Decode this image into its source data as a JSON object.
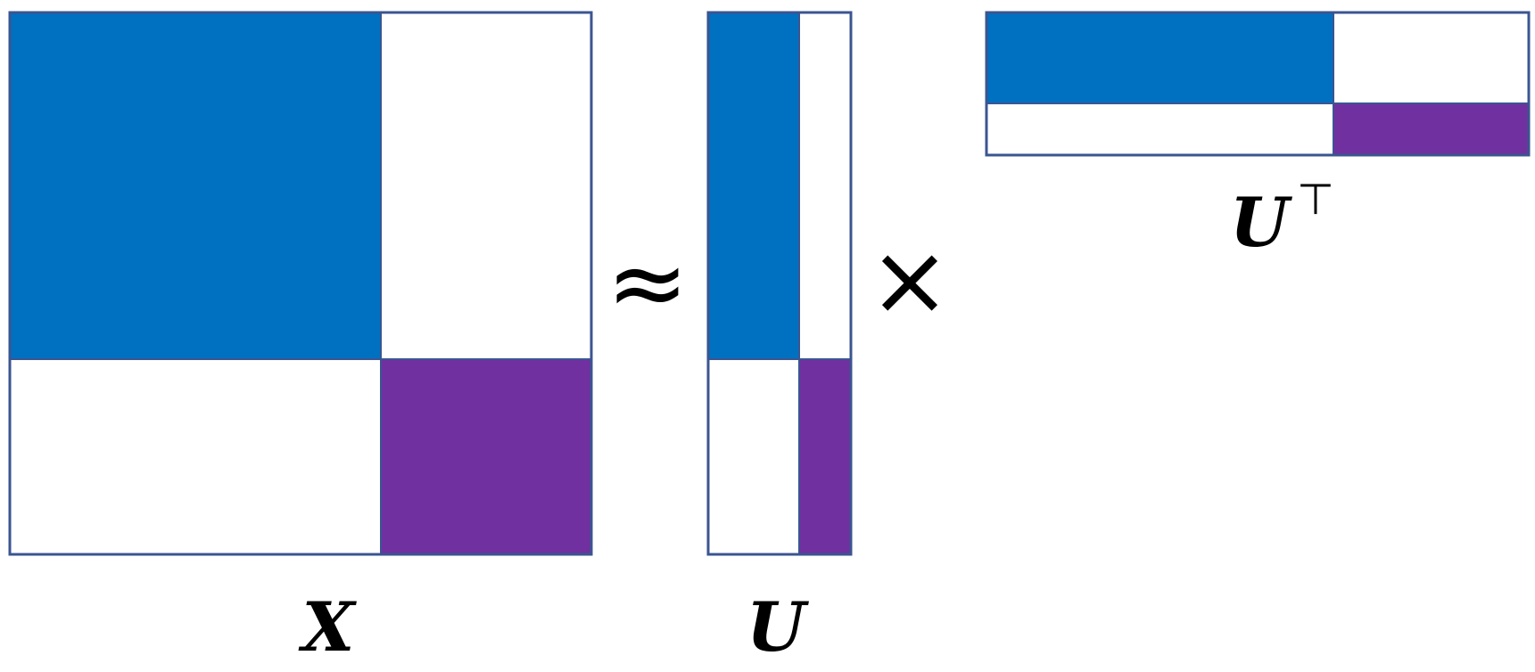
{
  "colors": {
    "block_a": "#0070C0",
    "block_b": "#7030A0",
    "empty": "#FFFFFF",
    "border": "#3B5591",
    "text": "#000000"
  },
  "matrices": {
    "x": {
      "label": "X",
      "grid": [
        [
          "block_a",
          "empty"
        ],
        [
          "empty",
          "block_b"
        ]
      ]
    },
    "u": {
      "label": "U",
      "grid": [
        [
          "block_a",
          "empty"
        ],
        [
          "empty",
          "block_b"
        ]
      ]
    },
    "ut": {
      "label": "U",
      "superscript": "⊤",
      "grid": [
        [
          "block_a",
          "empty"
        ],
        [
          "empty",
          "block_b"
        ]
      ]
    }
  },
  "operators": {
    "approx": "≈",
    "times": "×"
  }
}
